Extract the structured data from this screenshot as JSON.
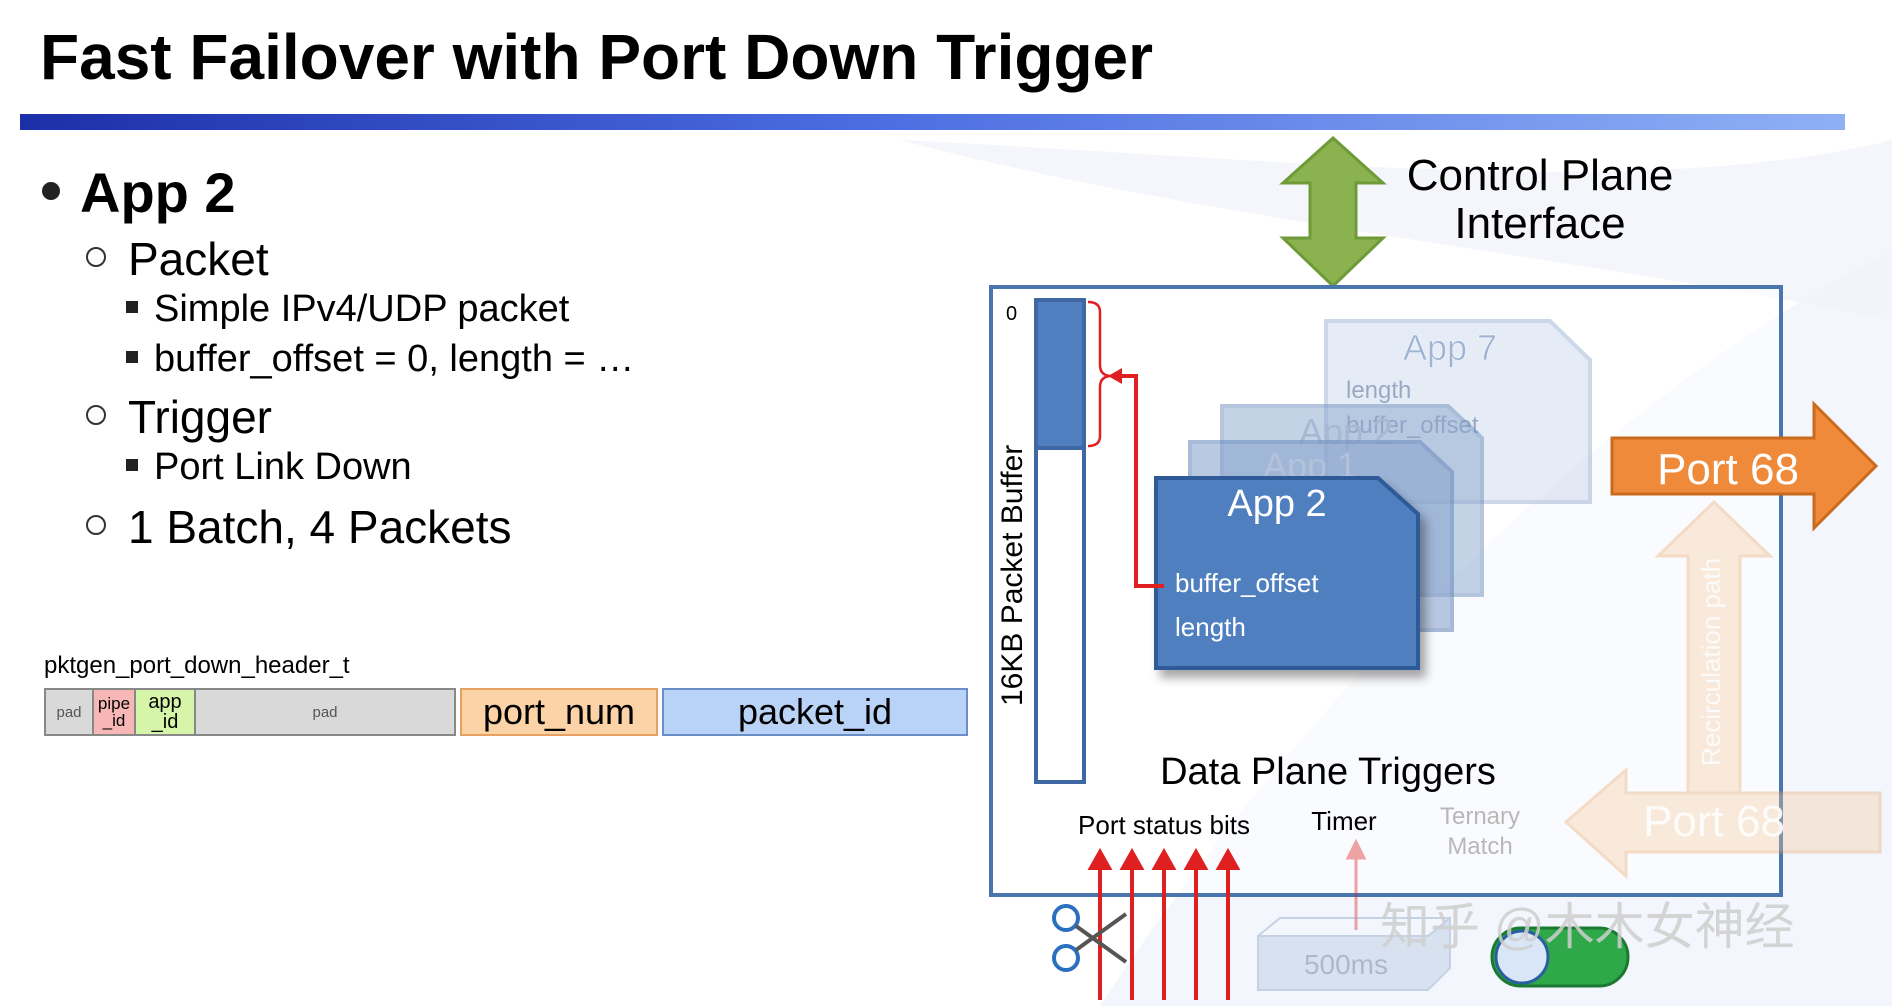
{
  "slide": {
    "title": "Fast Failover with Port Down Trigger"
  },
  "bullets": {
    "l1": "App 2",
    "packet": "Packet",
    "packet_items": [
      "Simple IPv4/UDP packet",
      "buffer_offset = 0, length = …"
    ],
    "trigger": "Trigger",
    "trigger_items": [
      "Port Link Down"
    ],
    "batch": "1 Batch, 4 Packets"
  },
  "header": {
    "name": "pktgen_port_down_header_t",
    "fields": [
      {
        "label": "pad",
        "color": "#d9d9d9"
      },
      {
        "label": "pipe _id",
        "color": "#f7b7b7"
      },
      {
        "label": "app _id",
        "color": "#d6f5a8"
      },
      {
        "label": "pad",
        "color": "#d9d9d9"
      },
      {
        "label": "port_num",
        "color": "#fbd3a6"
      },
      {
        "label": "packet_id",
        "color": "#b9d3f7"
      }
    ]
  },
  "diagram": {
    "control_plane": "Control Plane Interface",
    "control_plane_line1": "Control Plane",
    "control_plane_line2": "Interface",
    "buffer_label": "16KB Packet Buffer",
    "buffer_zero": "0",
    "apps_back": [
      "App 7",
      "App 2",
      "App 1"
    ],
    "app7_fields": [
      "length",
      "buffer_offset"
    ],
    "app_front": "App 2",
    "app_front_fields": [
      "buffer_offset",
      "length"
    ],
    "port_out": "Port 68",
    "port_in": "Port 68",
    "recirc": "Recirculation path",
    "dp_triggers": "Data Plane Triggers",
    "port_status": "Port status bits",
    "timer": "Timer",
    "ternary1": "Ternary",
    "ternary2": "Match",
    "timer_value": "500ms",
    "watermark": "知乎 @木木女神经",
    "colors": {
      "app_blue": "#4f7fbf",
      "port_orange": "#ee8a3a",
      "arrow_green": "#8ab34f",
      "red": "#e02020",
      "frame": "#4a76b0"
    }
  }
}
